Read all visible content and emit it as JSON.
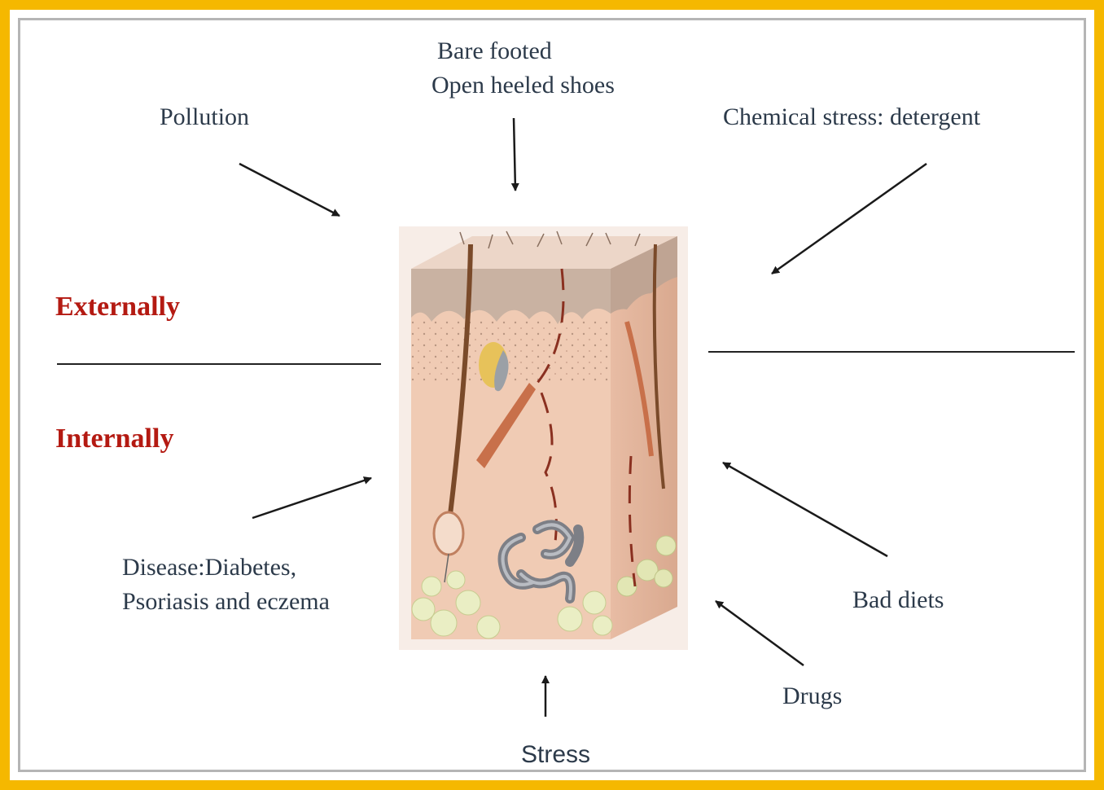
{
  "labels": {
    "barefoot_line1": "Bare footed",
    "barefoot_line2": "Open heeled shoes",
    "pollution": "Pollution",
    "chemical": "Chemical stress: detergent",
    "externally": "Externally",
    "internally": "Internally",
    "disease_line1": "Disease:Diabetes,",
    "disease_line2": "Psoriasis and eczema",
    "bad_diets": "Bad diets",
    "drugs": "Drugs",
    "stress": "Stress"
  },
  "colors": {
    "frame": "#f5b800",
    "label_text": "#2c3a4a",
    "section_text": "#b41a12",
    "skin": "#f0cbb4"
  }
}
